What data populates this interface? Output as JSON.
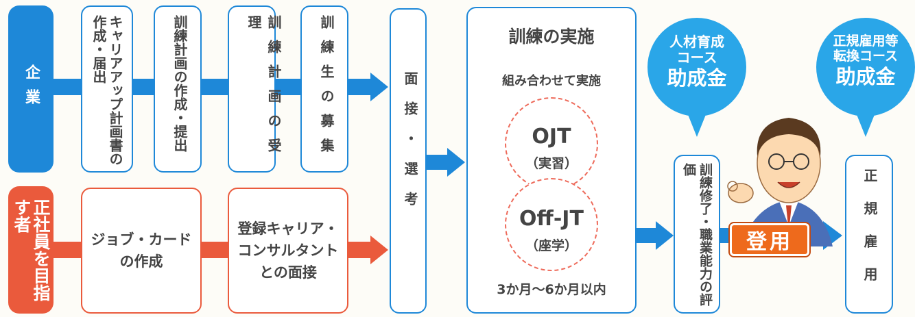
{
  "lanes": {
    "company": "企業",
    "candidate": "正社員を目指す者"
  },
  "company_steps": [
    "キャリアアップ計画書の作成・届出",
    "訓練計画の作成・提出",
    "訓練計画の受理",
    "訓練生の募集"
  ],
  "candidate_steps": [
    "ジョブ・カードの作成",
    "登録キャリア・コンサルタントとの面接"
  ],
  "selection": "面接・選考",
  "training": {
    "title": "訓練の実施",
    "subtitle": "組み合わせて実施",
    "ojt": "OJT",
    "ojt_sub": "（実習）",
    "offjt": "Off-JT",
    "offjt_sub": "（座学）",
    "duration": "3か月〜6か月以内"
  },
  "evaluation": "訓練修了・職業能力の評価",
  "bubbles": {
    "left_line1": "人材育成",
    "left_line2": "コース",
    "left_line3": "助成金",
    "right_line1": "正規雇用等",
    "right_line2": "転換コース",
    "right_line3": "助成金"
  },
  "hire_badge": "登用",
  "final": "正規雇用",
  "colors": {
    "blue": "#1e88d8",
    "red": "#ea5a3c",
    "bubble": "#2aa6e8",
    "badge": "#ee6a1c"
  }
}
